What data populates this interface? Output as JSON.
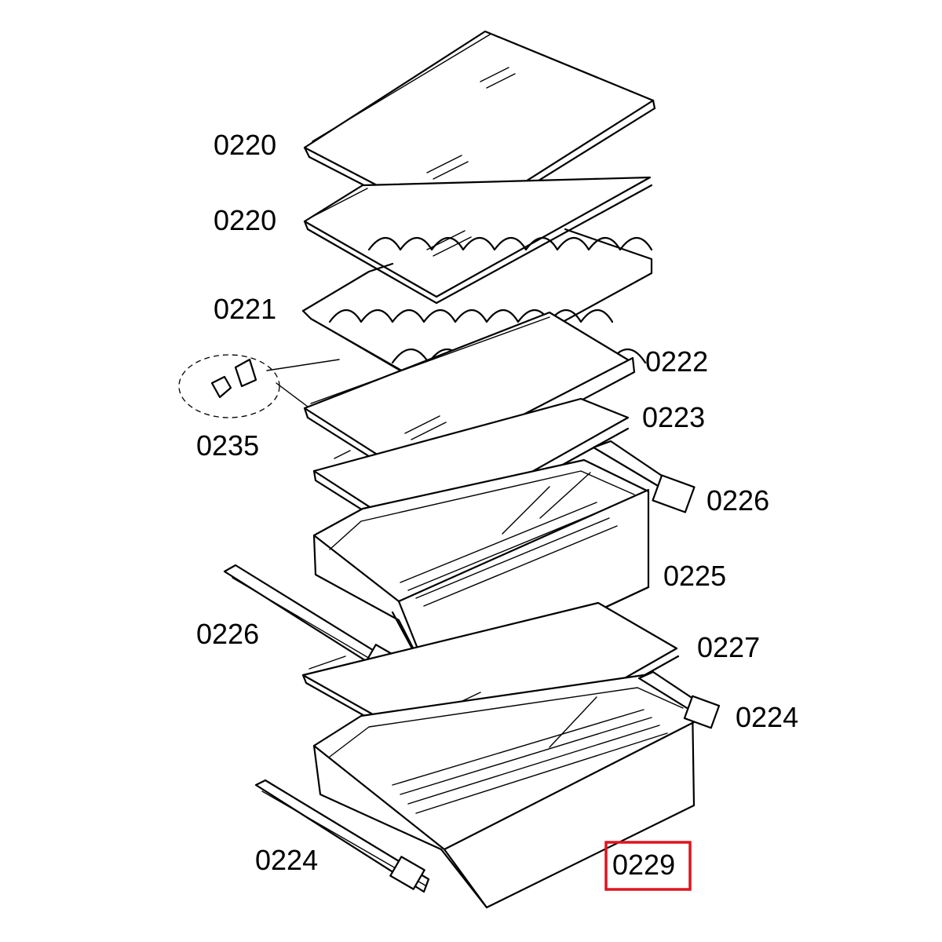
{
  "diagram": {
    "labels": [
      {
        "id": "lbl-0220-a",
        "text": "0220"
      },
      {
        "id": "lbl-0220-b",
        "text": "0220"
      },
      {
        "id": "lbl-0221",
        "text": "0221"
      },
      {
        "id": "lbl-0222",
        "text": "0222"
      },
      {
        "id": "lbl-0235",
        "text": "0235"
      },
      {
        "id": "lbl-0223",
        "text": "0223"
      },
      {
        "id": "lbl-0226-r",
        "text": "0226"
      },
      {
        "id": "lbl-0225",
        "text": "0225"
      },
      {
        "id": "lbl-0226-l",
        "text": "0226"
      },
      {
        "id": "lbl-0227",
        "text": "0227"
      },
      {
        "id": "lbl-0224-r",
        "text": "0224"
      },
      {
        "id": "lbl-0224-l",
        "text": "0224"
      },
      {
        "id": "lbl-0229",
        "text": "0229"
      }
    ],
    "highlighted_part": "0229",
    "highlight_color": "#e0141e"
  }
}
